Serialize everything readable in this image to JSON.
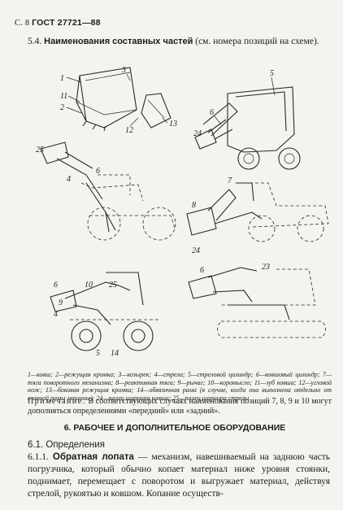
{
  "header": {
    "page_prefix": "С. 8",
    "standard": "ГОСТ 27721—88"
  },
  "section_5_4": {
    "number": "5.4.",
    "heading": "Наименования составных частей",
    "text": "(см. номера позиций на схеме)."
  },
  "figure": {
    "labels": {
      "f1_1": "1",
      "f1_2": "2",
      "f1_3": "3",
      "f1_11": "11",
      "f1_12": "12",
      "f1_13": "13",
      "f2_5": "5",
      "f2_6": "6",
      "f2_24": "24",
      "f3_25": "25",
      "f3_4": "4",
      "f3_6": "6",
      "f4_7": "7",
      "f4_8": "8",
      "f4_24": "24",
      "f5_6": "6",
      "f5_10": "10",
      "f5_25": "25",
      "f5_9": "9",
      "f5_4": "4",
      "f5_5": "5",
      "f5_14": "14",
      "f6_6": "6",
      "f6_23": "23"
    }
  },
  "caption": "1—ковш; 2—режущая кромка; 3—козырек; 4—стрела; 5—стреловой цилиндр; 6—ковшовый цилиндр; 7—тяга поворотного механизма; 8—реактивная тяга; 9—рычаг; 10—коромысло; 11—зуб ковша; 12—угловой нож; 13—боковая режущая кромка; 14—обвязочная рама (в случае, когда она выполнена отдельно от главной рамы машины); 24—палец шарнира ковша; 25—палец шарнира стрелы",
  "note": {
    "label": "Примечание.",
    "text": "В соответствующих случаях наименования позиций 7, 8, 9 и 10 могут дополняться определениями «передний» или «задний»."
  },
  "section_6": {
    "title": "6. РАБОЧЕЕ И ДОПОЛНИТЕЛЬНОЕ ОБОРУДОВАНИЕ"
  },
  "section_6_1": {
    "title": "6.1. Определения"
  },
  "section_6_1_1": {
    "number": "6.1.1.",
    "term": "Обратная лопата",
    "text": "— механизм, навешиваемый на заднюю часть погрузчика, который обычно копает материал ниже уровня стоянки, поднимает, перемещает с поворотом и выгружает материал, действуя стрелой, рукоятью и ковшом. Копание осуществ-"
  }
}
